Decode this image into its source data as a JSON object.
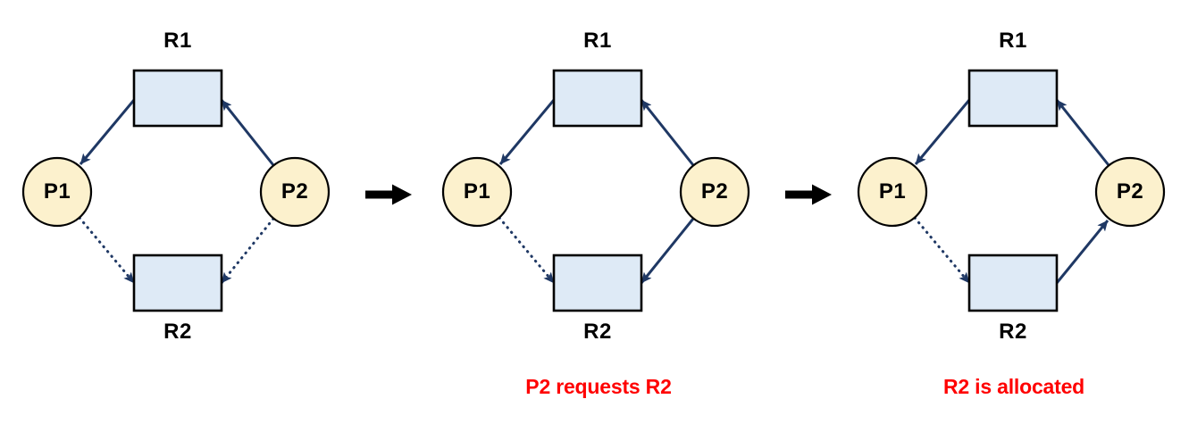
{
  "colors": {
    "background": "#ffffff",
    "edge-color": "#1f3864",
    "resource-fill": "#deeaf6",
    "resource-border": "#000000",
    "process-fill": "#fcf1cd",
    "process-border": "#000000",
    "label-color": "#000000",
    "caption-color": "#ff0000",
    "transition-arrow-color": "#000000"
  },
  "panels": [
    {
      "nodes": {
        "r1": "R1",
        "r2": "R2",
        "p1": "P1",
        "p2": "P2"
      },
      "edges": [
        {
          "from": "R1",
          "to": "P1",
          "style": "solid"
        },
        {
          "from": "P2",
          "to": "R1",
          "style": "solid"
        },
        {
          "from": "P1",
          "to": "R2",
          "style": "dotted"
        },
        {
          "from": "P2",
          "to": "R2",
          "style": "dotted"
        }
      ],
      "caption": ""
    },
    {
      "nodes": {
        "r1": "R1",
        "r2": "R2",
        "p1": "P1",
        "p2": "P2"
      },
      "edges": [
        {
          "from": "R1",
          "to": "P1",
          "style": "solid"
        },
        {
          "from": "P2",
          "to": "R1",
          "style": "solid"
        },
        {
          "from": "P1",
          "to": "R2",
          "style": "dotted"
        },
        {
          "from": "P2",
          "to": "R2",
          "style": "solid"
        }
      ],
      "caption": "P2 requests R2"
    },
    {
      "nodes": {
        "r1": "R1",
        "r2": "R2",
        "p1": "P1",
        "p2": "P2"
      },
      "edges": [
        {
          "from": "R1",
          "to": "P1",
          "style": "solid"
        },
        {
          "from": "P2",
          "to": "R1",
          "style": "solid"
        },
        {
          "from": "P1",
          "to": "R2",
          "style": "dotted"
        },
        {
          "from": "R2",
          "to": "P2",
          "style": "solid"
        }
      ],
      "caption": "R2 is allocated"
    }
  ],
  "transitions": [
    {
      "icon": "right-block-arrow"
    },
    {
      "icon": "right-block-arrow"
    }
  ]
}
